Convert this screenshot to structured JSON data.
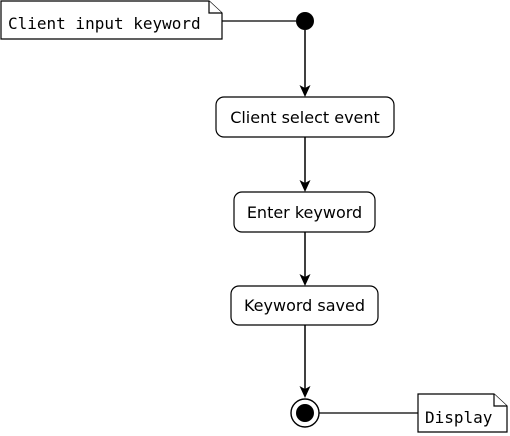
{
  "diagram": {
    "type": "uml-activity",
    "notes": {
      "start": "Client input keyword",
      "end": "Display"
    },
    "actions": [
      "Client select event",
      "Enter keyword",
      "Keyword saved"
    ]
  }
}
